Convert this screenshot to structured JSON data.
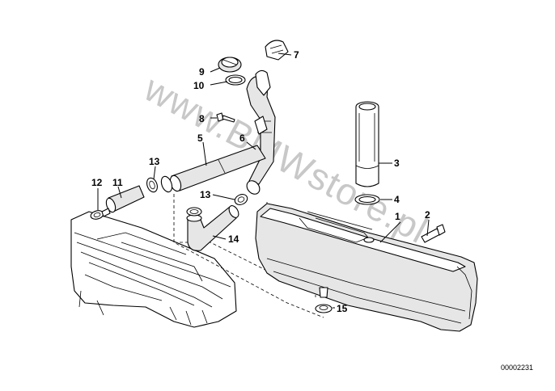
{
  "diagram": {
    "number": "00002231",
    "watermark": "www.BMWstore.pl",
    "callouts": [
      {
        "id": "1",
        "label": "1"
      },
      {
        "id": "2",
        "label": "2"
      },
      {
        "id": "3",
        "label": "3"
      },
      {
        "id": "4",
        "label": "4"
      },
      {
        "id": "5",
        "label": "5"
      },
      {
        "id": "6",
        "label": "6"
      },
      {
        "id": "7",
        "label": "7"
      },
      {
        "id": "8",
        "label": "8"
      },
      {
        "id": "9",
        "label": "9"
      },
      {
        "id": "10",
        "label": "10"
      },
      {
        "id": "11",
        "label": "11"
      },
      {
        "id": "12",
        "label": "12"
      },
      {
        "id": "13a",
        "label": "13"
      },
      {
        "id": "13b",
        "label": "13"
      },
      {
        "id": "14",
        "label": "14"
      },
      {
        "id": "15",
        "label": "15"
      }
    ]
  }
}
